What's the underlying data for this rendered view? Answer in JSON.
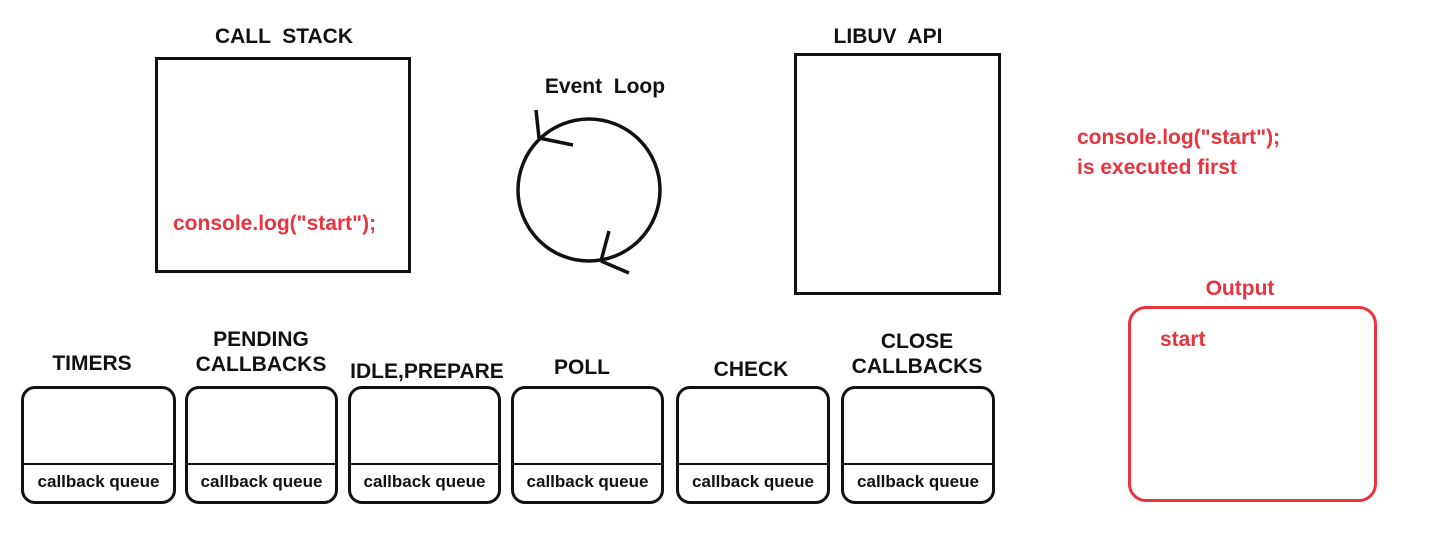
{
  "call_stack": {
    "title": "CALL  STACK",
    "content": "console.log(\"start\");"
  },
  "event_loop": {
    "title": "Event  Loop"
  },
  "libuv": {
    "title": "LIBUV  API"
  },
  "annotation": {
    "line1": "console.log(\"start\");",
    "line2": "is executed first",
    "color": "#e8343f"
  },
  "output": {
    "title": "Output",
    "content": "start",
    "color": "#e8343f"
  },
  "phases": [
    {
      "label": "TIMERS",
      "queue": "callback queue"
    },
    {
      "label": "PENDING\nCALLBACKS",
      "queue": "callback queue"
    },
    {
      "label": "IDLE,PREPARE",
      "queue": "callback queue"
    },
    {
      "label": "POLL",
      "queue": "callback queue"
    },
    {
      "label": "CHECK",
      "queue": "callback queue"
    },
    {
      "label": "CLOSE\nCALLBACKS",
      "queue": "callback queue"
    }
  ]
}
